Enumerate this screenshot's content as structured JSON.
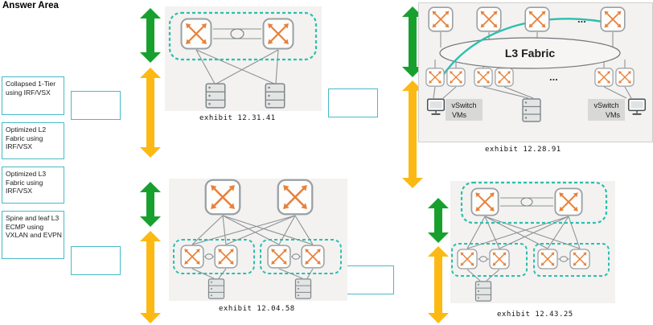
{
  "title": "Answer Area",
  "options": [
    {
      "label": "Collapsed 1-Tier using IRF/VSX"
    },
    {
      "label": "Optimized L2 Fabric using IRF/VSX"
    },
    {
      "label": "Optimized L3 Fabric using IRF/VSX"
    },
    {
      "label": "Spine and leaf L3 ECMP using VXLAN and EVPN"
    }
  ],
  "drop_boxes": [
    {
      "value": ""
    },
    {
      "value": ""
    },
    {
      "value": ""
    },
    {
      "value": ""
    }
  ],
  "exhibits": {
    "top_center": {
      "caption": "exhibit 12.31.41"
    },
    "top_right": {
      "caption": "exhibit 12.28.91",
      "fabric_label": "L3 Fabric",
      "ellipsis_top": "...",
      "ellipsis_bottom": "...",
      "left_host": {
        "vswitch": "vSwitch",
        "vms": "VMs"
      },
      "right_host": {
        "vswitch": "vSwitch",
        "vms": "VMs"
      }
    },
    "bottom_center": {
      "caption": "exhibit 12.04.58"
    },
    "bottom_right": {
      "caption": "exhibit 12.43.25"
    }
  },
  "colors": {
    "arrow_green": "#18a02f",
    "arrow_yellow": "#fdb913",
    "option_border_teal": "#49b9c9",
    "diagram_group_teal": "#2bbfae",
    "switch_glyph_orange": "#e8813b"
  }
}
